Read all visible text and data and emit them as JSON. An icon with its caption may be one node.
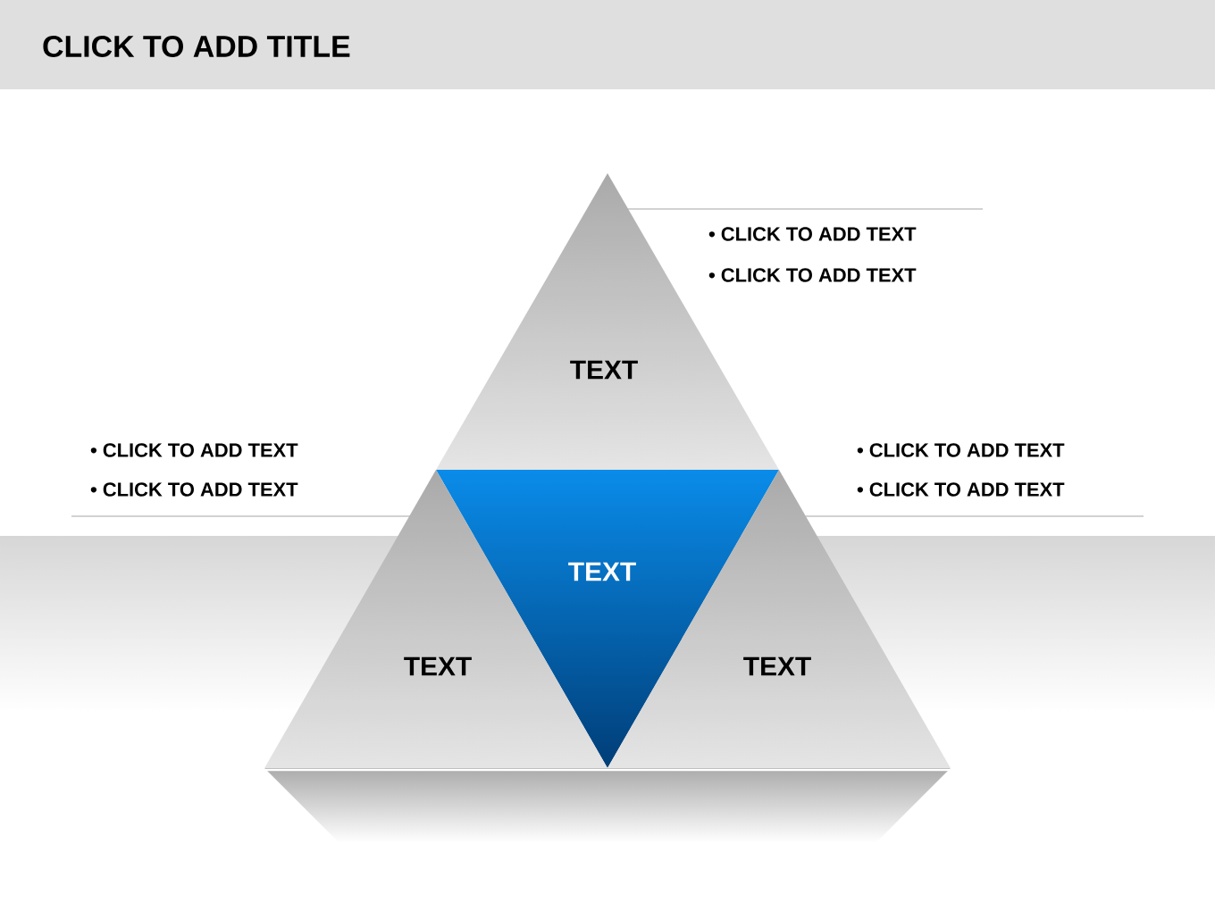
{
  "diagram": {
    "title": "CLICK TO ADD TITLE",
    "nodes": [
      {
        "text": [
          "TEXT"
        ]
      },
      {
        "text": [
          "TEXT"
        ]
      },
      {
        "text": [
          "TEXT"
        ]
      },
      {
        "text": [
          "TEXT"
        ]
      }
    ],
    "labels": [
      "• CLICK TO ADD TEXT",
      "• CLICK TO ADD TEXT",
      "• CLICK TO ADD TEXT",
      "• CLICK TO ADD TEXT",
      "• CLICK TO ADD TEXT",
      "• CLICK TO ADD TEXT"
    ]
  }
}
